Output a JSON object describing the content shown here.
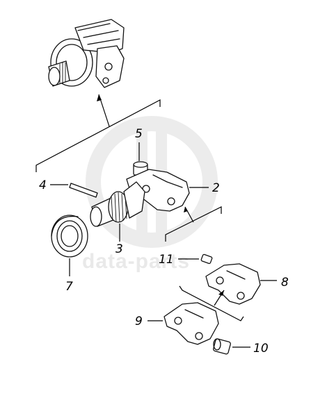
{
  "watermark": {
    "text": "data-parts"
  },
  "callouts": [
    {
      "id": "1",
      "label": "2"
    },
    {
      "id": "2",
      "label": "3"
    },
    {
      "id": "3",
      "label": "4"
    },
    {
      "id": "4",
      "label": "5"
    },
    {
      "id": "5",
      "label": "7"
    },
    {
      "id": "6",
      "label": "8"
    },
    {
      "id": "7",
      "label": "9"
    },
    {
      "id": "8",
      "label": "10"
    },
    {
      "id": "9",
      "label": "11"
    }
  ]
}
